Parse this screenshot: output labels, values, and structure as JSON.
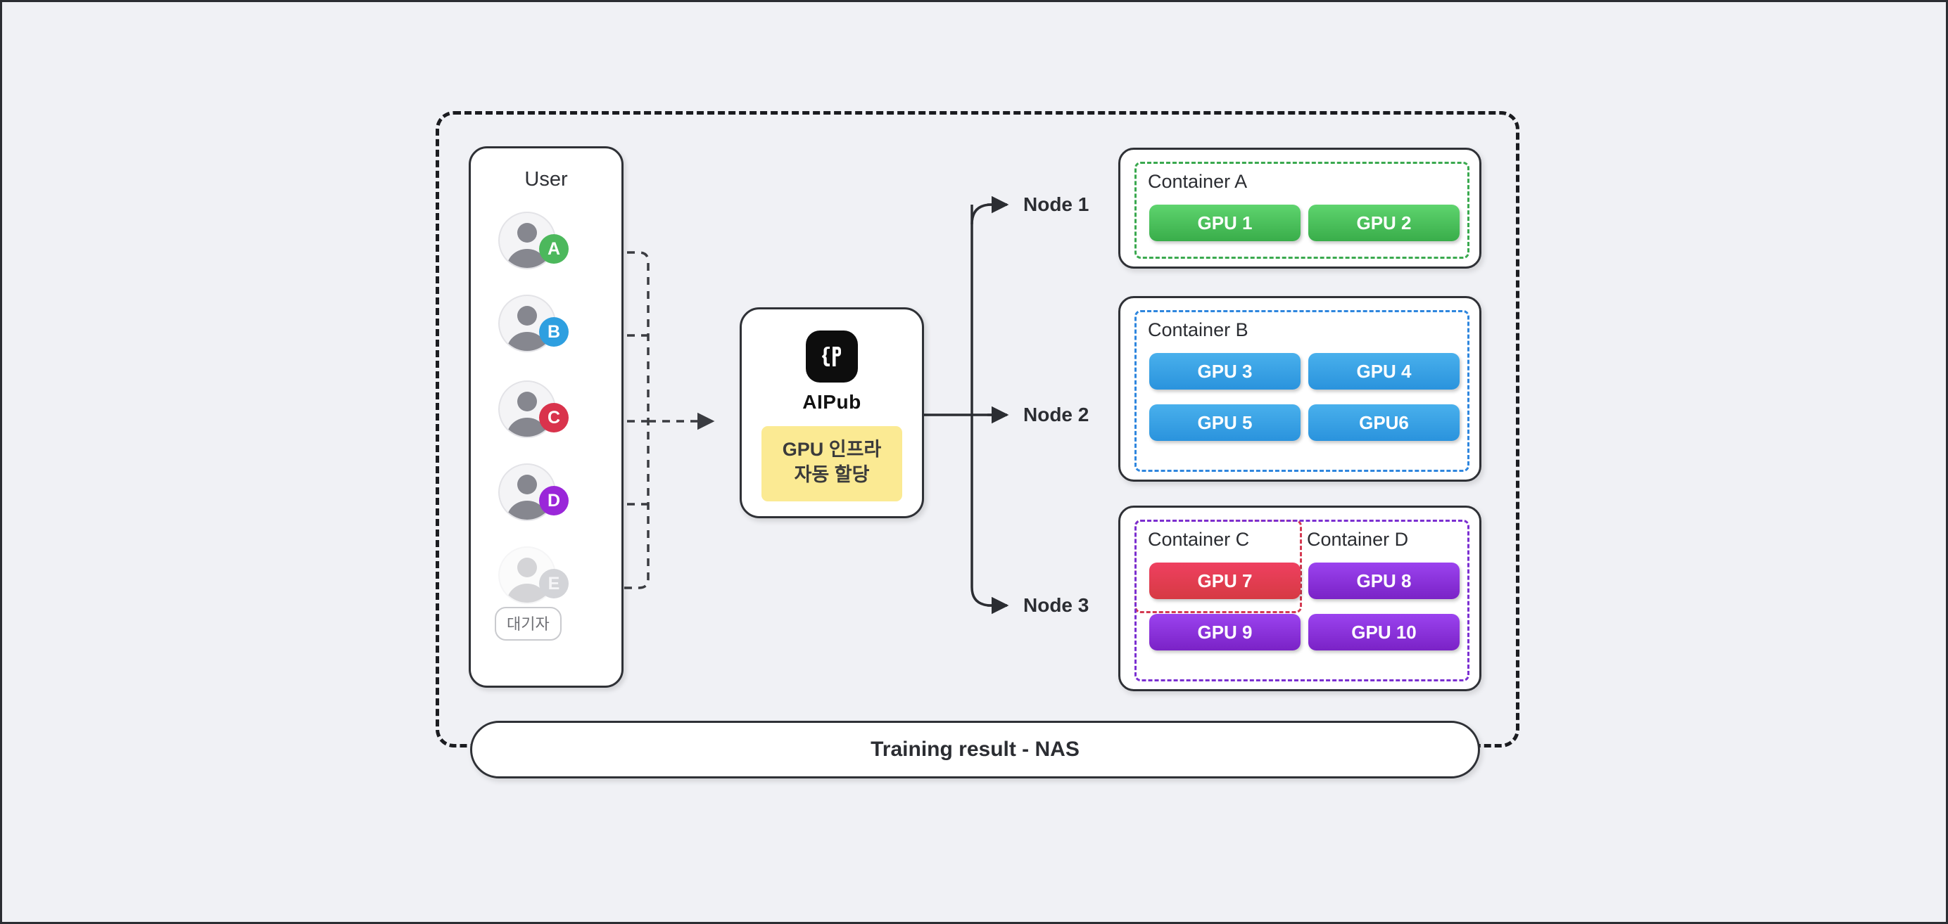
{
  "diagram": {
    "title": "AIPub GPU infrastructure auto-allocation architecture",
    "background_color": "#f0f1f5"
  },
  "user_panel": {
    "title": "User",
    "users": [
      {
        "id": "A",
        "label": "A",
        "color": "#4cb85c",
        "state": "active"
      },
      {
        "id": "B",
        "label": "B",
        "color": "#2e9fe0",
        "state": "active"
      },
      {
        "id": "C",
        "label": "C",
        "color": "#d9334c",
        "state": "active"
      },
      {
        "id": "D",
        "label": "D",
        "color": "#9a27d9",
        "state": "active"
      },
      {
        "id": "E",
        "label": "E",
        "color": "#d3d4d8",
        "state": "waiting",
        "tag": "대기자"
      }
    ]
  },
  "aipub": {
    "logo_icon": "aipub-logo-icon",
    "name": "AIPub",
    "chip_line1": "GPU 인프라",
    "chip_line2": "자동 할당",
    "chip_color": "#fbea93"
  },
  "nodes": [
    {
      "name": "Node 1"
    },
    {
      "name": "Node 2"
    },
    {
      "name": "Node 3"
    }
  ],
  "node_cards": [
    {
      "node": "Node 1",
      "containers": [
        {
          "name": "Container A",
          "border_color": "#3aa94f",
          "gpus": [
            {
              "label": "GPU 1",
              "color_from": "#5ed46e",
              "color_to": "#39ad4a"
            },
            {
              "label": "GPU 2",
              "color_from": "#5ed46e",
              "color_to": "#39ad4a"
            }
          ]
        }
      ]
    },
    {
      "node": "Node 2",
      "containers": [
        {
          "name": "Container B",
          "border_color": "#2e86de",
          "gpus": [
            {
              "label": "GPU 3",
              "color_from": "#49b0ec",
              "color_to": "#2a93dd"
            },
            {
              "label": "GPU 4",
              "color_from": "#49b0ec",
              "color_to": "#2a93dd"
            },
            {
              "label": "GPU 5",
              "color_from": "#49b0ec",
              "color_to": "#2a93dd"
            },
            {
              "label": "GPU6",
              "color_from": "#49b0ec",
              "color_to": "#2a93dd"
            }
          ]
        }
      ]
    },
    {
      "node": "Node 3",
      "containers": [
        {
          "name": "Container C",
          "border_color": "#d43a52",
          "gpus": [
            {
              "label": "GPU 7",
              "color_from": "#ef4060",
              "color_to": "#d63a43"
            }
          ]
        },
        {
          "name": "Container D",
          "border_color": "#7b2fd1",
          "gpus": [
            {
              "label": "GPU 8",
              "color_from": "#9b43ef",
              "color_to": "#7a22c6"
            },
            {
              "label": "GPU 9",
              "color_from": "#9b43ef",
              "color_to": "#7a22c6"
            },
            {
              "label": "GPU 10",
              "color_from": "#9b43ef",
              "color_to": "#7a22c6"
            }
          ]
        }
      ]
    }
  ],
  "training_bar": {
    "label": "Training result - NAS"
  }
}
